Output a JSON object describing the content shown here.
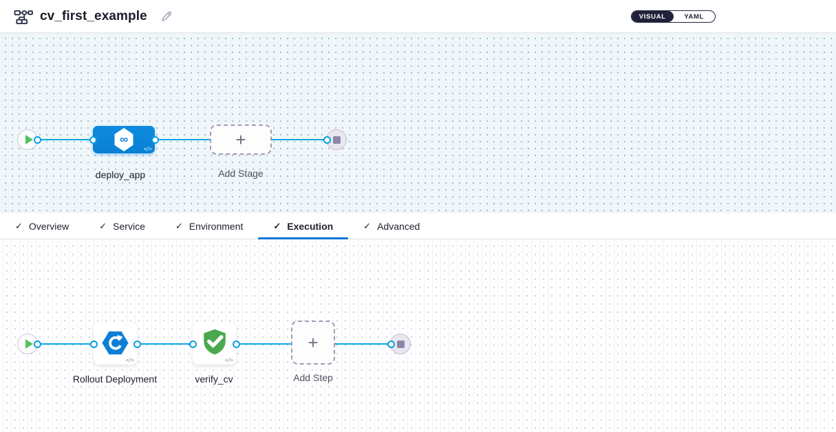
{
  "header": {
    "title": "cv_first_example",
    "view_toggle": {
      "visual_label": "VISUAL",
      "yaml_label": "YAML",
      "selected": "VISUAL"
    }
  },
  "glyphs": {
    "check": "✓",
    "plus": "+",
    "code": "</>",
    "infinity": "∞"
  },
  "stage_flow": {
    "stage_label": "deploy_app",
    "add_stage_label": "Add Stage"
  },
  "tabs": {
    "items": [
      {
        "label": "Overview",
        "checked": true,
        "active": false
      },
      {
        "label": "Service",
        "checked": true,
        "active": false
      },
      {
        "label": "Environment",
        "checked": true,
        "active": false
      },
      {
        "label": "Execution",
        "checked": true,
        "active": true
      },
      {
        "label": "Advanced",
        "checked": true,
        "active": false
      }
    ]
  },
  "execution_flow": {
    "step1_label": "Rollout Deployment",
    "step2_label": "verify_cv",
    "add_step_label": "Add Step"
  },
  "colors": {
    "accent_blue": "#0277d4",
    "edge_cyan": "#0ba7e7",
    "stage_blue": "#0a84db",
    "success_green": "#4aa94e",
    "play_green": "#56c25d",
    "toggle_dark": "#20213a"
  }
}
